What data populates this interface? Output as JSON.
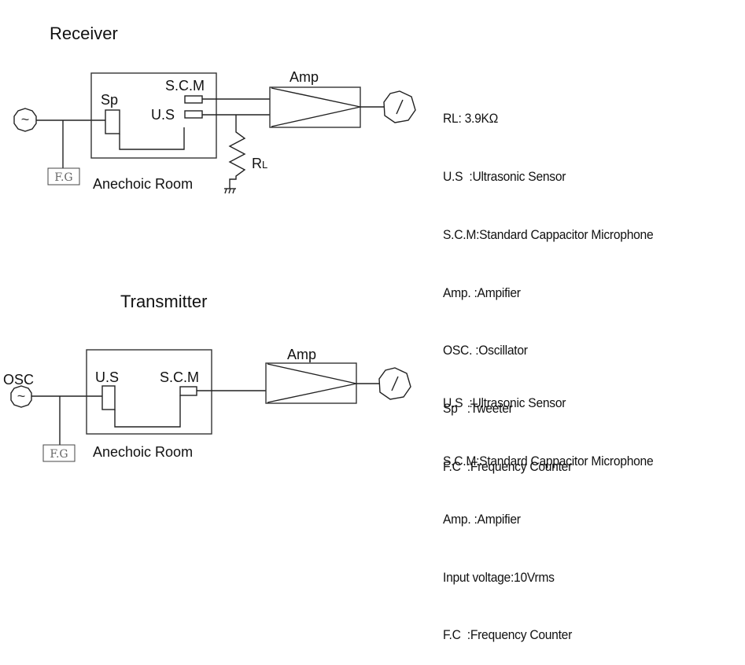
{
  "receiver": {
    "title": "Receiver",
    "source_symbol": "~",
    "generator_label": "F.G",
    "room_label": "Anechoic Room",
    "speaker_label": "Sp",
    "mic_label": "S.C.M",
    "sensor_label": "U.S",
    "amp_label": "Amp",
    "load_label_main": "R",
    "load_label_sub": "L",
    "meter_symbol": "/",
    "legend": [
      "RL: 3.9KΩ",
      "U.S  :Ultrasonic Sensor",
      "S.C.M:Standard Cappacitor Microphone",
      "Amp. :Ampifier",
      "OSC. :Oscillator",
      "Sp   :Tweeter",
      "F.C  :Frequency Counter"
    ]
  },
  "transmitter": {
    "title": "Transmitter",
    "source_label": "OSC",
    "source_symbol": "~",
    "generator_label": "F.G",
    "room_label": "Anechoic Room",
    "sensor_label": "U.S",
    "mic_label": "S.C.M",
    "amp_label": "Amp",
    "meter_symbol": "/",
    "legend": [
      "U.S  :Ultrasonic Sensor",
      "S.C.M:Standard Cappacitor Microphone",
      "Amp. :Ampifier",
      "Input voltage:10Vrms",
      "F.C  :Frequency Counter"
    ]
  }
}
